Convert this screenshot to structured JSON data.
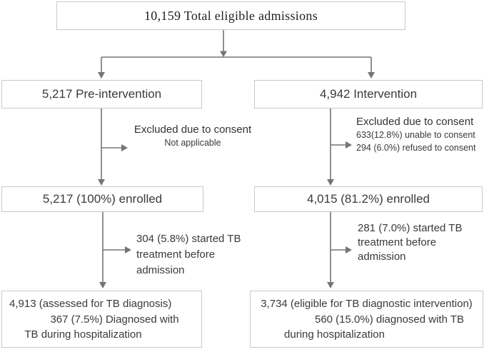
{
  "diagram": {
    "total_box": "10,159 Total eligible admissions",
    "left": {
      "group": "5,217 Pre-intervention",
      "exclusion_heading": "Excluded due to consent",
      "exclusion_lines": [
        "Not applicable"
      ],
      "enrolled": "5,217 (100%) enrolled",
      "treatment_lines": [
        "304 (5.8%) started TB",
        "treatment before",
        "admission"
      ],
      "outcome_lines": [
        "4,913 (assessed for TB diagnosis)",
        "367 (7.5%) Diagnosed with",
        "TB during hospitalization"
      ]
    },
    "right": {
      "group": "4,942 Intervention",
      "exclusion_heading": "Excluded due to consent",
      "exclusion_lines": [
        "633(12.8%) unable to consent",
        "294 (6.0%) refused to consent"
      ],
      "enrolled": "4,015 (81.2%) enrolled",
      "treatment_lines": [
        "281 (7.0%) started TB",
        "treatment before",
        "admission"
      ],
      "outcome_lines": [
        "3,734 (eligible for TB diagnostic intervention)",
        "560 (15.0%) diagnosed with TB",
        "during hospitalization"
      ]
    },
    "colors": {
      "line": "#757575",
      "box_border": "#c9c9c9",
      "text": "#3a3a3a",
      "title_text": "#1f1f1f",
      "background": "#ffffff"
    }
  }
}
